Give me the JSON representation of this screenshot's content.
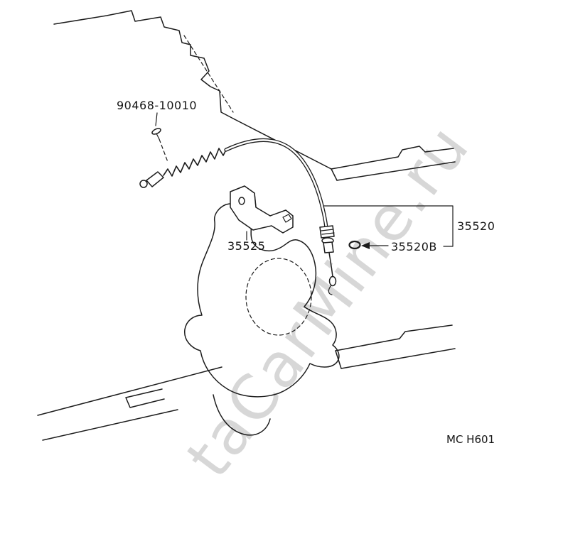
{
  "watermark": "taCarMine.ru",
  "labels": {
    "clip_part_number": "90468-10010",
    "bracket_part_number": "35525",
    "cable_part_number": "35520",
    "oring_part_number": "35520B",
    "diagram_code": "MC H601"
  },
  "colors": {
    "line": "#1c1c1c",
    "watermark": "#b7b7b7",
    "background": "#ffffff"
  }
}
